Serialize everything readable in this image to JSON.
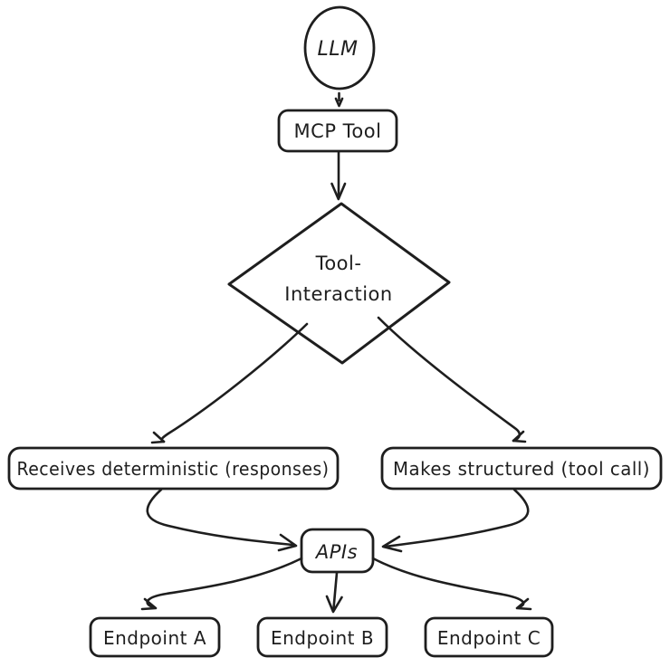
{
  "diagram": {
    "type": "flowchart",
    "style": "hand-drawn",
    "colors": {
      "background": "#ffffff",
      "stroke": "#1e1e1e",
      "text": "#1e1e1e"
    },
    "nodes": {
      "llm": {
        "shape": "ellipse",
        "label": "LLM"
      },
      "mcp_tool": {
        "shape": "rounded-rect",
        "label": "MCP Tool"
      },
      "tool_interaction": {
        "shape": "diamond",
        "label_line1": "Tool-",
        "label_line2": "Interaction"
      },
      "receives": {
        "shape": "rounded-rect",
        "label": "Receives deterministic (responses)"
      },
      "makes": {
        "shape": "rounded-rect",
        "label": "Makes structured (tool call)"
      },
      "apis": {
        "shape": "rounded-rect",
        "label": "APIs"
      },
      "endpoint_a": {
        "shape": "rounded-rect",
        "label": "Endpoint A"
      },
      "endpoint_b": {
        "shape": "rounded-rect",
        "label": "Endpoint B"
      },
      "endpoint_c": {
        "shape": "rounded-rect",
        "label": "Endpoint C"
      }
    },
    "edges": [
      {
        "from": "llm",
        "to": "mcp_tool"
      },
      {
        "from": "mcp_tool",
        "to": "tool_interaction"
      },
      {
        "from": "tool_interaction",
        "to": "receives"
      },
      {
        "from": "tool_interaction",
        "to": "makes"
      },
      {
        "from": "receives",
        "to": "apis"
      },
      {
        "from": "makes",
        "to": "apis"
      },
      {
        "from": "apis",
        "to": "endpoint_a"
      },
      {
        "from": "apis",
        "to": "endpoint_b"
      },
      {
        "from": "apis",
        "to": "endpoint_c"
      }
    ]
  }
}
